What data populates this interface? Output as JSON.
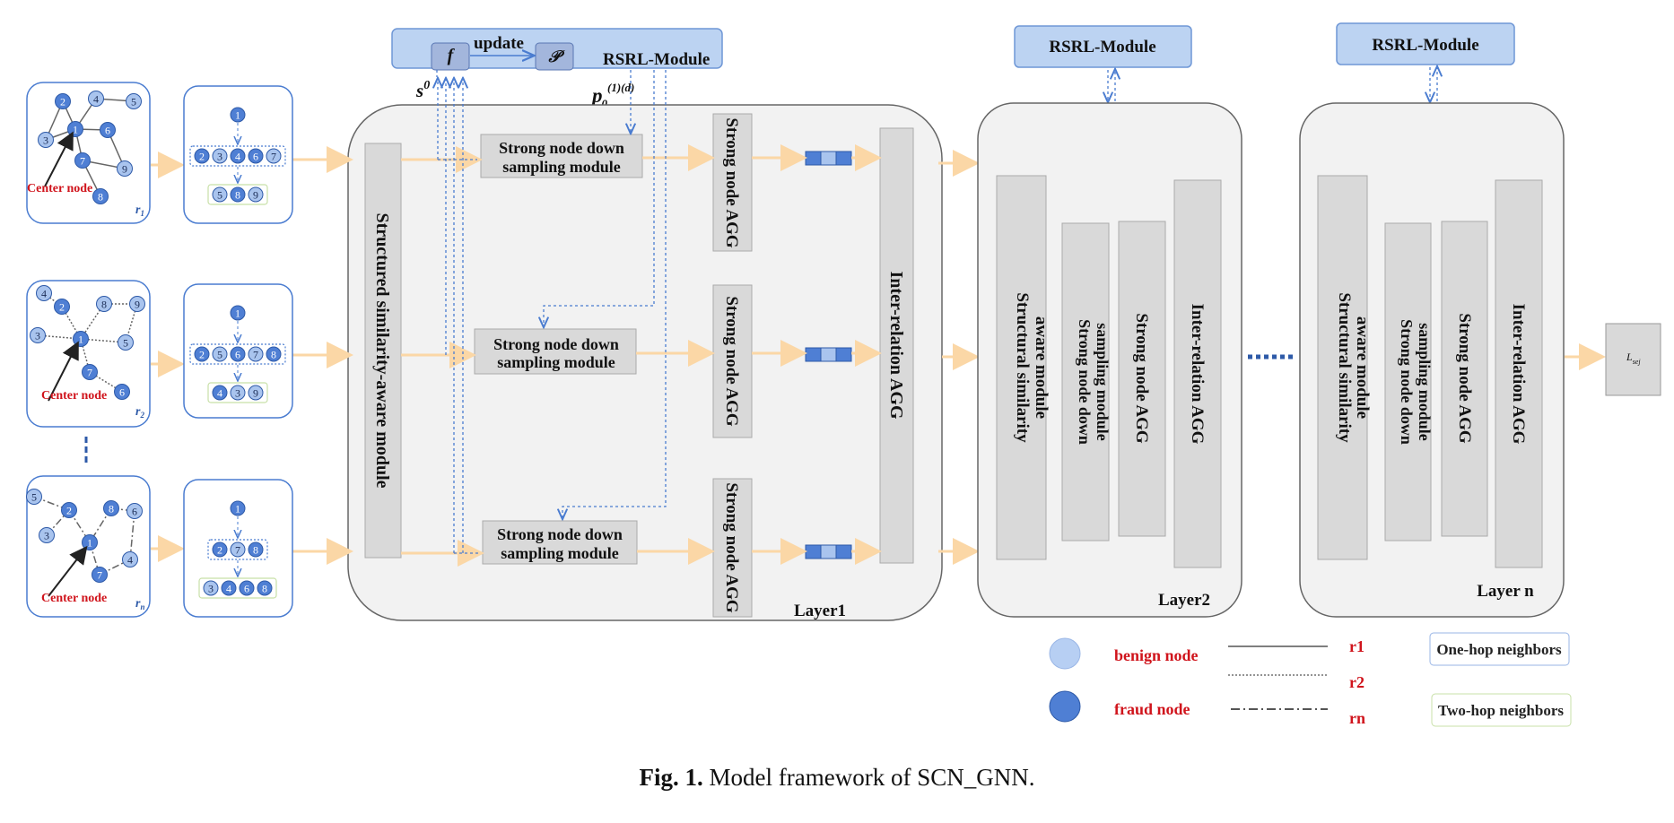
{
  "rsrl": {
    "main_label": "RSRL-Module",
    "update_label": "update",
    "f_label": "f",
    "p_label": "𝒫",
    "s0_label": "s",
    "s0_sup": "0",
    "p0_label": "p",
    "p0_sub": "0",
    "p0_sup": "(1)(d)",
    "layer2_label": "RSRL-Module",
    "layern_label": "RSRL-Module"
  },
  "graphs": [
    {
      "relation": "r",
      "relation_sub": "1",
      "center_label": "Center node",
      "nodes": [
        "2",
        "4",
        "5",
        "3",
        "1",
        "6",
        "7",
        "9",
        "8"
      ],
      "one_hop": [
        "2",
        "3",
        "4",
        "6",
        "7"
      ],
      "two_hop": [
        "5",
        "8",
        "9"
      ],
      "root": "1"
    },
    {
      "relation": "r",
      "relation_sub": "2",
      "center_label": "Center node",
      "nodes": [
        "4",
        "2",
        "8",
        "9",
        "3",
        "1",
        "5",
        "7",
        "6"
      ],
      "one_hop": [
        "2",
        "5",
        "6",
        "7",
        "8"
      ],
      "two_hop": [
        "4",
        "3",
        "9"
      ],
      "root": "1"
    },
    {
      "relation": "r",
      "relation_sub": "n",
      "center_label": "Center node",
      "nodes": [
        "5",
        "2",
        "8",
        "6",
        "3",
        "1",
        "4",
        "7"
      ],
      "one_hop": [
        "2",
        "7",
        "8"
      ],
      "two_hop": [
        "3",
        "4",
        "6",
        "8"
      ],
      "root": "1"
    }
  ],
  "layer1": {
    "ssa_label": "Structured similarity-aware module",
    "sdm_line1": "Strong node down",
    "sdm_line2": "sampling module",
    "agg_label": "Strong node AGG",
    "inter_label": "Inter-relation  AGG",
    "layer_label": "Layer1"
  },
  "layer2": {
    "ssa_line1": "Structural similarity",
    "ssa_line2": "aware module",
    "sdm_line1": "Strong node down",
    "sdm_line2": "sampling module",
    "agg_label": "Strong node AGG",
    "inter_label": "Inter-relation  AGG",
    "layer_label": "Layer2"
  },
  "layern": {
    "ssa_line1": "Structural similarity",
    "ssa_line2": "aware module",
    "sdm_line1": "Strong node down",
    "sdm_line2": "sampling module",
    "agg_label": "Strong node AGG",
    "inter_label": "Inter-relation  AGG",
    "layer_label": "Layer n"
  },
  "loss": {
    "label": "L",
    "sub": "sej"
  },
  "legend": {
    "benign": "benign node",
    "fraud": "fraud node",
    "r1": "r1",
    "r2": "r2",
    "rn": "rn",
    "one_hop": "One-hop neighbors",
    "two_hop": "Two-hop neighbors"
  },
  "caption": {
    "fig": "Fig. 1.",
    "text": "Model framework of SCN_GNN."
  },
  "colors": {
    "node_fraud": "#4f7fd4",
    "node_benign": "#a9c4ee",
    "module_grey": "#d9d9d9",
    "layer_bg": "#f2f2f2",
    "rsrl_bg": "#bcd3f2",
    "arrow_orange": "#fbd7a6",
    "red_text": "#d0141c",
    "blue_dash": "#4a7cd0"
  }
}
